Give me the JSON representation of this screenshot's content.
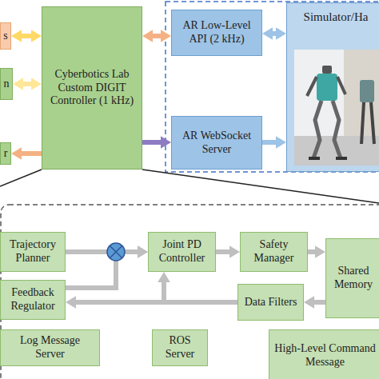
{
  "diagram": {
    "nodes": [
      {
        "text": [
          "s"
        ]
      },
      {
        "text": [
          "Cyberbotics Lab Custom DIGIT Controller (1 kHz)"
        ]
      },
      {
        "text": [
          "AR Low-Level API (2 kHz)"
        ]
      },
      {
        "text": [
          "Simulator/Ha"
        ]
      },
      {
        "text": [
          "n"
        ]
      },
      {
        "text": [
          "AR WebSocket Server"
        ]
      },
      {
        "text": [
          "r"
        ]
      },
      {
        "text": [
          "Trajectory Planner"
        ]
      },
      {
        "text": [
          "Joint PD Controller"
        ]
      },
      {
        "text": [
          "Safety Manager"
        ]
      },
      {
        "text": [
          "Shared Memory"
        ]
      },
      {
        "text": [
          "Feedback Regulator"
        ]
      },
      {
        "text": [
          "Data Filters"
        ]
      },
      {
        "text": [
          "Log Message Server"
        ]
      },
      {
        "text": [
          "ROS Server"
        ]
      },
      {
        "text": [
          "High-Level Command Message"
        ]
      }
    ],
    "edges": [
      {
        "from": 0,
        "to": 1,
        "arrow": "both"
      },
      {
        "from": 1,
        "to": 2,
        "arrow": "both"
      },
      {
        "from": 2,
        "to": 3,
        "arrow": "both"
      },
      {
        "from": 4,
        "to": 1,
        "arrow": "both"
      },
      {
        "from": 1,
        "to": 6,
        "arrow": "to"
      },
      {
        "from": 1,
        "to": 5,
        "arrow": "to"
      },
      {
        "from": 5,
        "to": 3,
        "arrow": "to"
      },
      {
        "from": 7,
        "to": 8,
        "arrow": "to"
      },
      {
        "from": 11,
        "to": 8,
        "arrow": "to"
      },
      {
        "from": 8,
        "to": 9,
        "arrow": "to"
      },
      {
        "from": 9,
        "to": 10,
        "arrow": "to"
      },
      {
        "from": 10,
        "to": 12,
        "arrow": "to"
      },
      {
        "from": 12,
        "to": 11,
        "arrow": "to"
      },
      {
        "from": 12,
        "to": 8,
        "arrow": "to"
      }
    ]
  }
}
